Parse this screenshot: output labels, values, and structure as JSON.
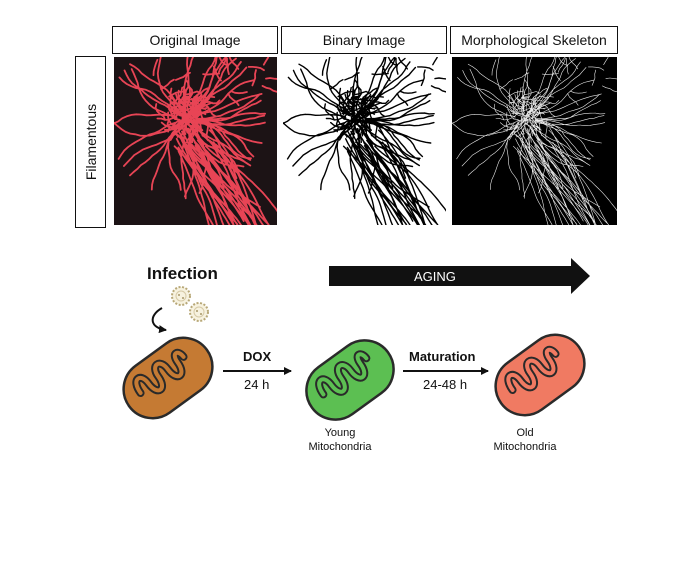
{
  "top_panel": {
    "column_headers": [
      "Original Image",
      "Binary Image",
      "Morphological Skeleton"
    ],
    "row_label": "Filamentous"
  },
  "schematic": {
    "infection_label": "Infection",
    "aging_label": "AGING",
    "step1": {
      "label": "DOX",
      "time": "24 h"
    },
    "step2": {
      "label": "Maturation",
      "time": "24-48 h"
    },
    "young": {
      "line1": "Young",
      "line2": "Mitochondria"
    },
    "old": {
      "line1": "Old",
      "line2": "Mitochondria"
    }
  },
  "colors": {
    "fluorescence": "#ff4a5c",
    "infected_mito": "#c57a33",
    "young_mito": "#5cbf52",
    "old_mito": "#f07a62",
    "arrow": "#111111"
  },
  "icons": {
    "virus": "virus-particle-icon",
    "curved_arrow": "curved-arrow-icon",
    "mitochondrion": "mitochondrion-icon"
  }
}
